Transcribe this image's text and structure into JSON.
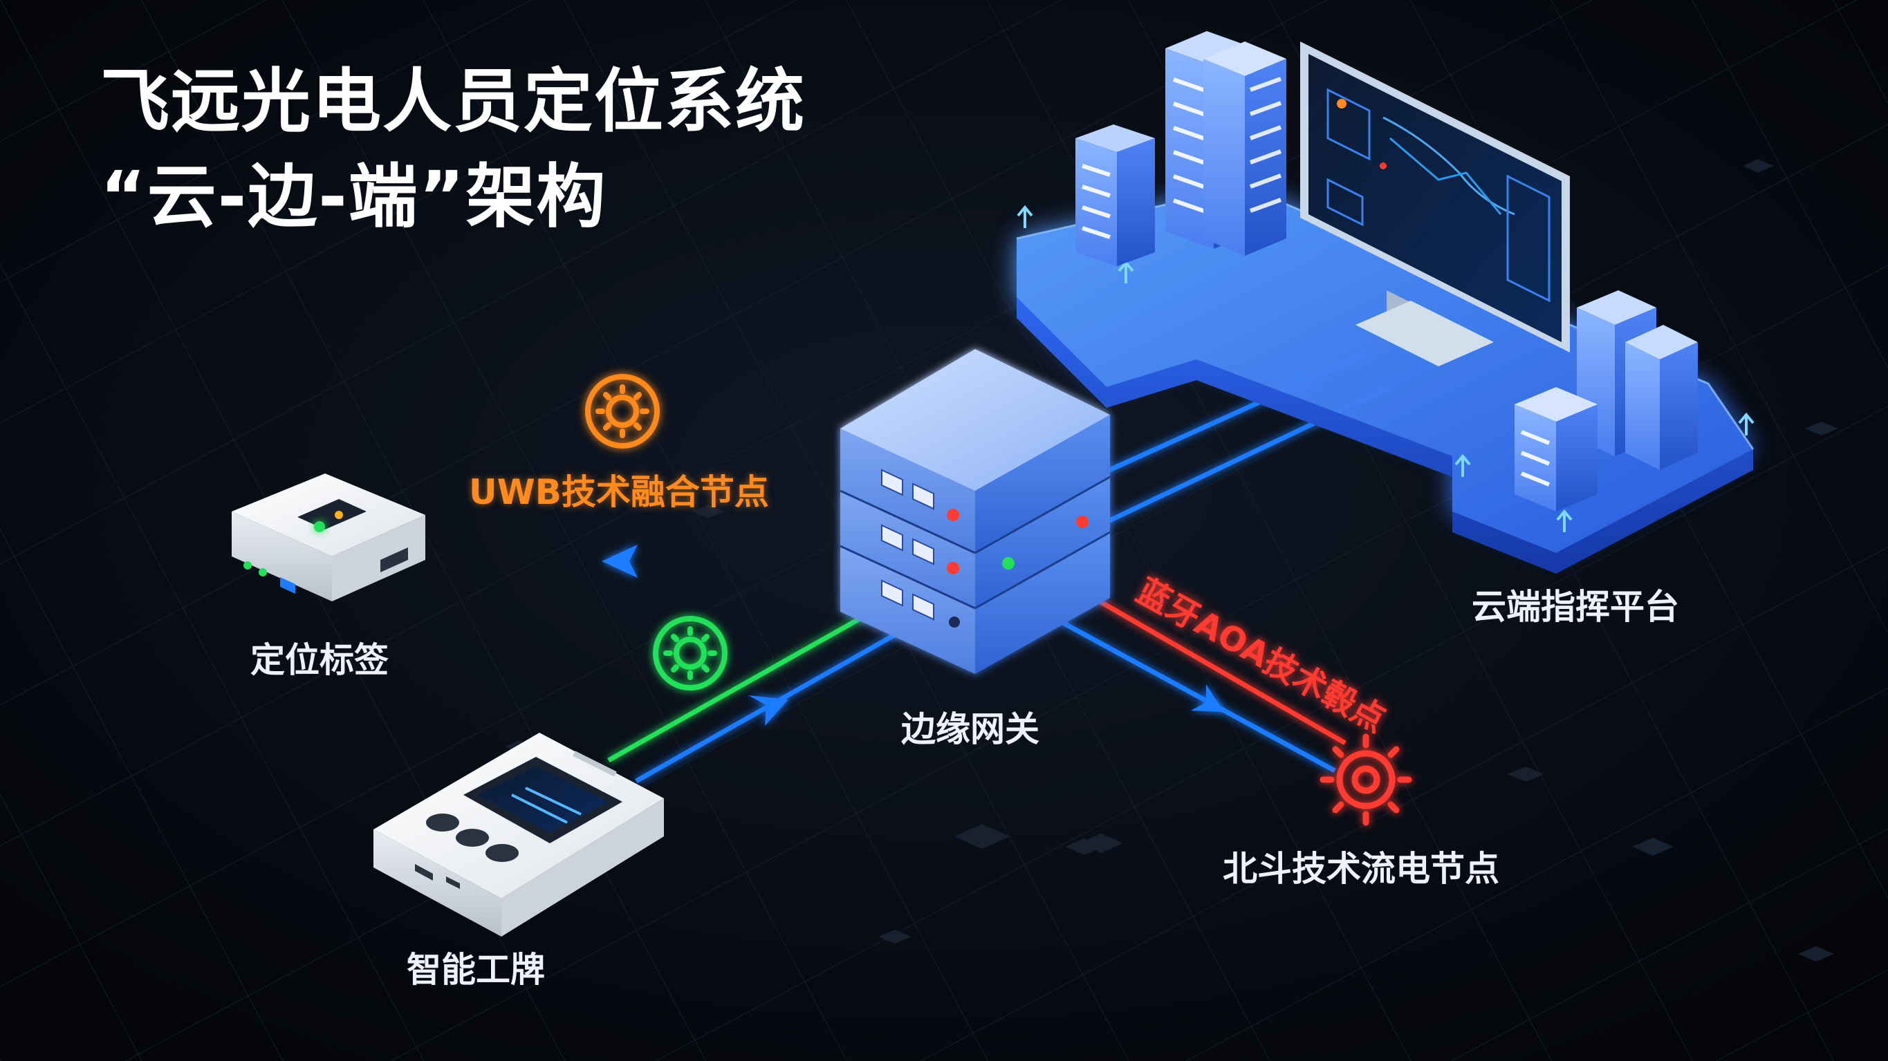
{
  "title": {
    "line1": "飞远光电人员定位系统",
    "line2": "“云-边-端”架构"
  },
  "nodes": {
    "cloud_platform": "云端指挥平台",
    "edge_gateway": "边缘网关",
    "positioning_tag": "定位标签",
    "smart_badge": "智能工牌",
    "beidou_node": "北斗技术流电节点"
  },
  "links": {
    "uwb": "UWB技术融合节点",
    "bluetooth_aoa": "蓝牙AOA技术毂点"
  },
  "icons": [
    "sun-icon-orange",
    "sun-icon-green",
    "sun-icon-red",
    "server-rack-icon",
    "monitor-dashboard-icon",
    "tag-device-icon",
    "badge-device-icon"
  ],
  "colors": {
    "background": "#06080d",
    "uwb_orange": "#ff8a1e",
    "green": "#22e05a",
    "red": "#ff3b30",
    "blue": "#1f7bff",
    "platform_blue": "#3b7dff"
  }
}
